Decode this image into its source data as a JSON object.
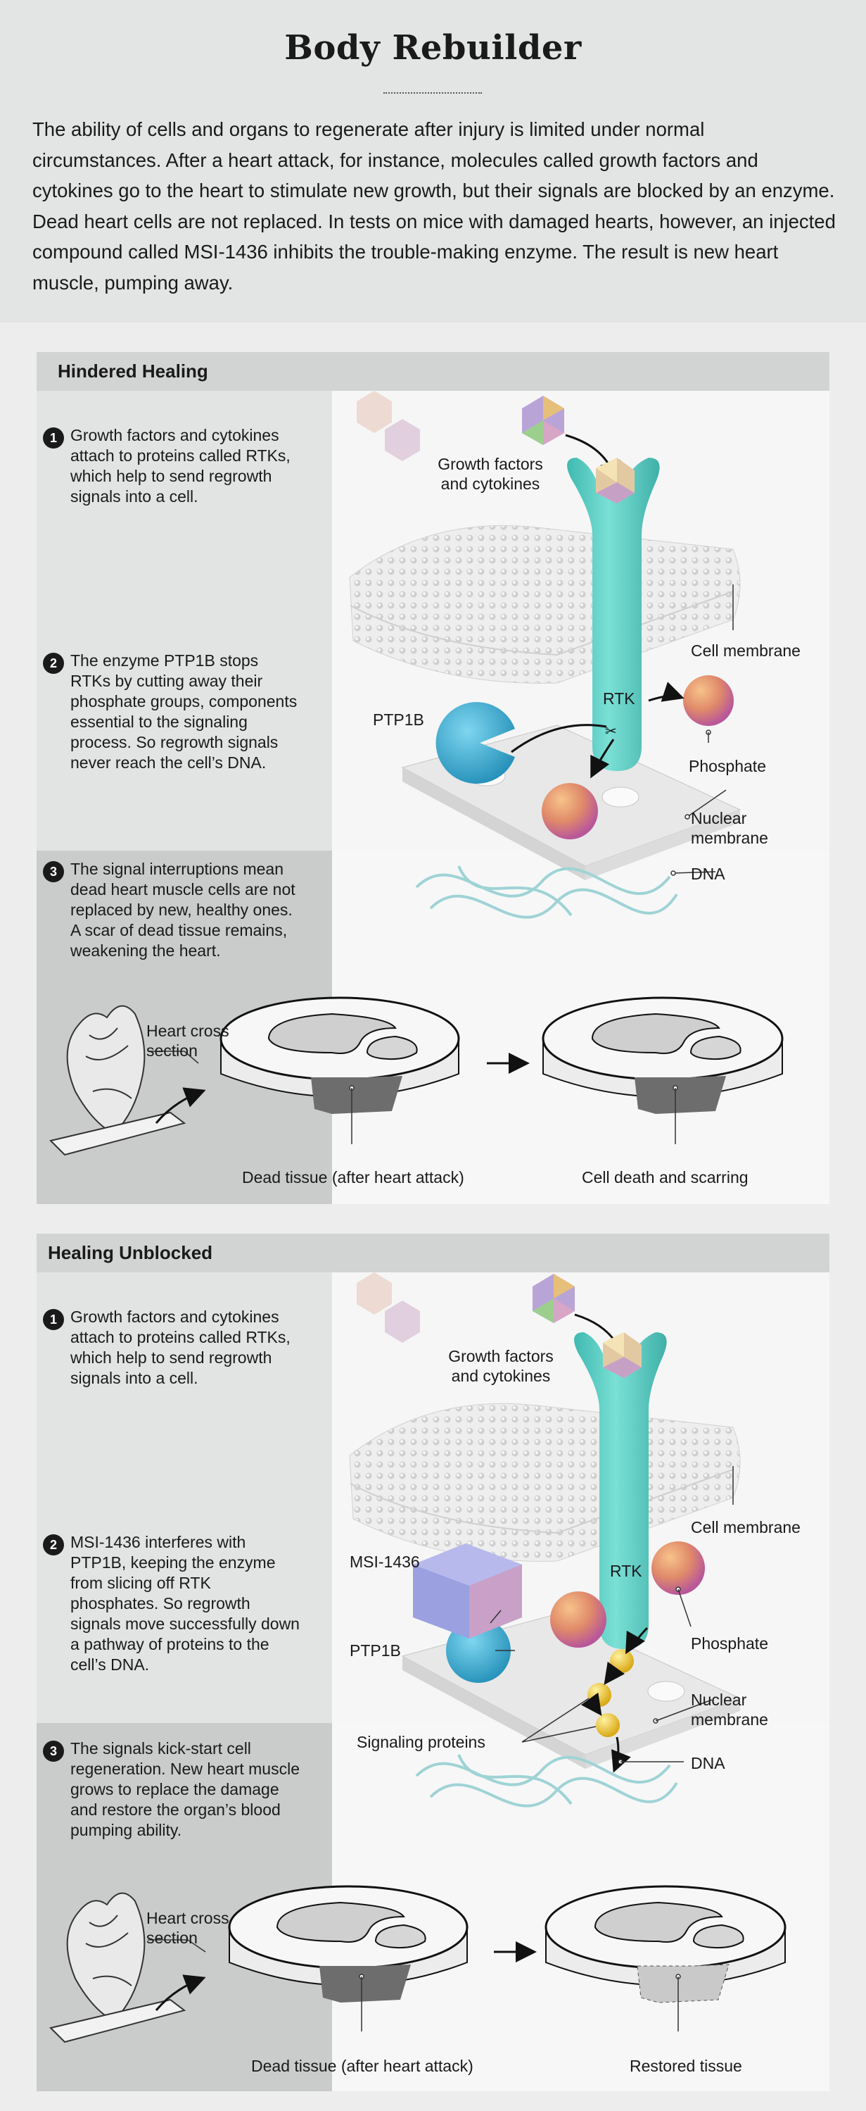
{
  "title": "Body Rebuilder",
  "intro": "The ability of cells and organs to regenerate after injury is limited under normal circumstances. After a heart attack, for instance, molecules called growth factors and cytokines go to the heart to stimulate new growth, but their signals are blocked by an enzyme. Dead heart cells are not replaced. In tests on mice with damaged hearts, however, an injected compound called MSI-1436 inhibits the trouble-making enzyme. The result is new heart muscle, pumping away.",
  "hindered": {
    "heading": "Hindered Healing",
    "steps": [
      {
        "num": "1",
        "text": "Growth factors and cytokines attach to proteins called RTKs, which help to send regrowth signals into a cell."
      },
      {
        "num": "2",
        "text": "The enzyme PTP1B stops RTKs by cutting away their phosphate groups, components essential to the signaling process. So regrowth signals never reach the cell’s DNA."
      },
      {
        "num": "3",
        "text": "The signal interruptions mean dead heart muscle cells are not replaced by new, healthy ones. A scar of dead tissue remains, weakening the heart."
      }
    ],
    "labels": {
      "growth": "Growth factors and cytokines",
      "cell_membrane": "Cell membrane",
      "rtk": "RTK",
      "ptp1b": "PTP1B",
      "phosphate": "Phosphate",
      "nuclear": "Nuclear membrane",
      "dna": "DNA",
      "heart": "Heart cross section",
      "dead": "Dead tissue (after heart attack)",
      "scar": "Cell death and scarring"
    }
  },
  "unblocked": {
    "heading": "Healing Unblocked",
    "steps": [
      {
        "num": "1",
        "text": "Growth factors and cytokines attach to proteins called RTKs, which help to send regrowth signals into a cell."
      },
      {
        "num": "2",
        "text": "MSI-1436 interferes with PTP1B, keeping the enzyme from slicing off RTK phosphates. So regrowth signals move successfully down a pathway of proteins to the cell’s DNA."
      },
      {
        "num": "3",
        "text": "The signals kick-start cell regeneration. New heart muscle grows to replace the damage and restore the organ’s blood pumping ability."
      }
    ],
    "labels": {
      "growth": "Growth factors and cytokines",
      "cell_membrane": "Cell membrane",
      "rtk": "RTK",
      "msi": "MSI-1436",
      "ptp1b": "PTP1B",
      "phosphate": "Phosphate",
      "nuclear": "Nuclear membrane",
      "signaling": "Signaling proteins",
      "dna": "DNA",
      "heart": "Heart cross section",
      "dead": "Dead tissue (after heart attack)",
      "restored": "Restored tissue"
    }
  },
  "colors": {
    "rtk": "#5fcfc6",
    "enzyme": "#3aa9cf",
    "phosphate": "#e08a6a",
    "signal": "#e6c325",
    "msi": "#8e90d8",
    "dead_tissue": "#6d6d6d",
    "restored_tissue": "#c9c9c9"
  }
}
